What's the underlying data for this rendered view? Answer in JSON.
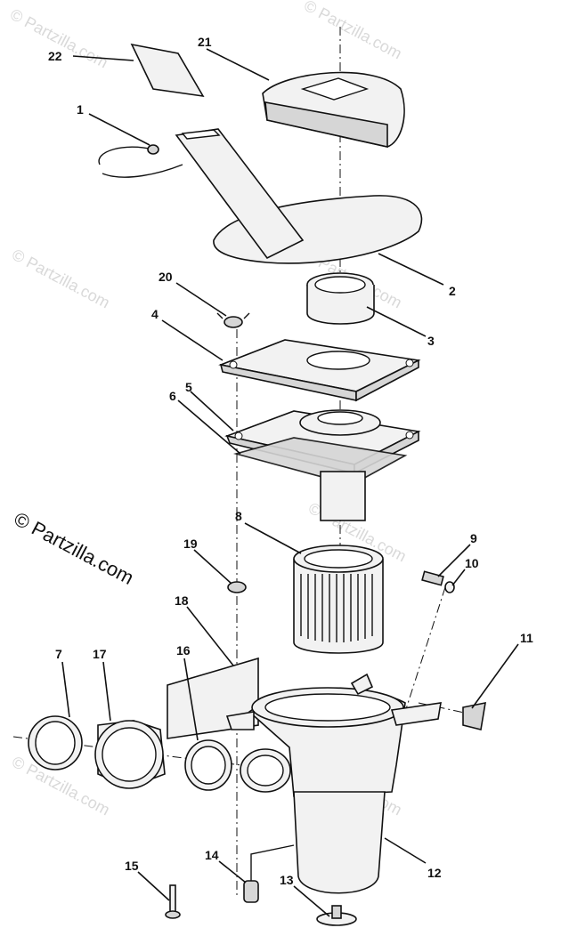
{
  "watermark": "© Partzilla.com",
  "callouts": {
    "c1": "1",
    "c2": "2",
    "c3": "3",
    "c4": "4",
    "c5": "5",
    "c6": "6",
    "c7": "7",
    "c8": "8",
    "c9": "9",
    "c10": "10",
    "c11": "11",
    "c12": "12",
    "c13": "13",
    "c14": "14",
    "c15": "15",
    "c16": "16",
    "c17": "17",
    "c18": "18",
    "c19": "19",
    "c20": "20",
    "c21": "21",
    "c22": "22"
  }
}
